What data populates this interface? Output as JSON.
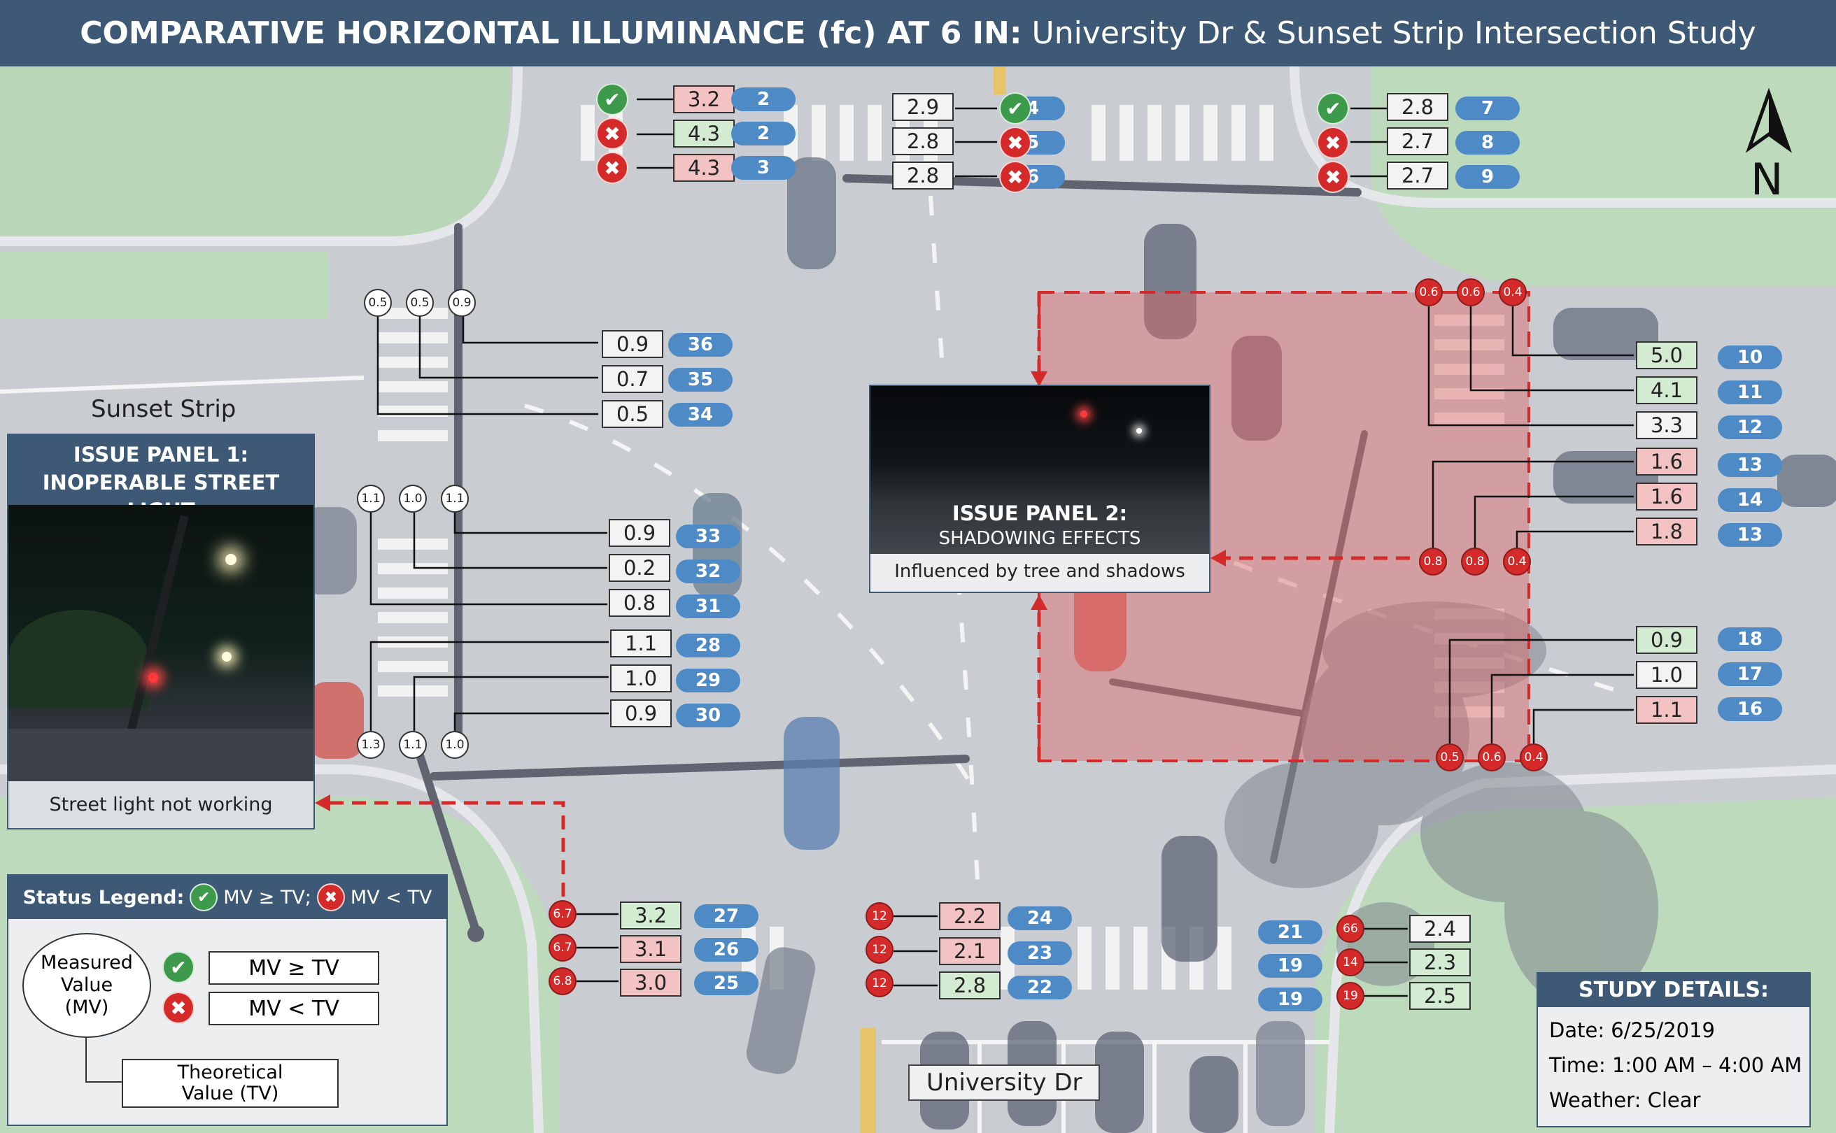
{
  "title": {
    "bold": "COMPARATIVE HORIZONTAL ILLUMINANCE (fc) AT 6 IN:",
    "rest": "University Dr & Sunset Strip Intersection Study"
  },
  "streets": {
    "sunset": "Sunset Strip",
    "university": "University Dr"
  },
  "compass": "N",
  "issue1": {
    "title1": "ISSUE PANEL 1:",
    "title2": "INOPERABLE STREET LIGHT",
    "caption": "Street light not working"
  },
  "issue2": {
    "title1": "ISSUE PANEL 2:",
    "title2": "SHADOWING EFFECTS",
    "caption": "Influenced by tree and shadows"
  },
  "legend": {
    "title_a": "Status Legend:",
    "title_b": "MV ≥ TV;",
    "title_c": "MV < TV",
    "mv": "Measured Value (MV)",
    "ge": "MV ≥ TV",
    "lt": "MV < TV",
    "tv": "Theoretical Value (TV)"
  },
  "study": {
    "title": "STUDY DETAILS:",
    "date": "Date: 6/25/2019",
    "time": "Time: 1:00 AM – 4:00 AM",
    "weather": "Weather: Clear"
  },
  "colors": {
    "header": "#3d5975",
    "pill": "#4e8ac6",
    "pass": "#3c9a4a",
    "fail": "#d42a2a",
    "pass_fill": "#d3ebd1",
    "fail_fill": "#f3c2c2",
    "issue_zone": "#e06767"
  },
  "measurements": [
    {
      "id": "2",
      "mv": "3.2",
      "fill": "pink",
      "status": "pass"
    },
    {
      "id": "2",
      "mv": "4.3",
      "fill": "green",
      "status": "fail"
    },
    {
      "id": "3",
      "mv": "4.3",
      "fill": "pink",
      "status": "fail"
    },
    {
      "id": "4",
      "mv": "2.9",
      "fill": "white",
      "status": "pass"
    },
    {
      "id": "5",
      "mv": "2.8",
      "fill": "white",
      "status": "fail"
    },
    {
      "id": "6",
      "mv": "2.8",
      "fill": "white",
      "status": "fail"
    },
    {
      "id": "7",
      "mv": "2.8",
      "fill": "white",
      "status": "pass"
    },
    {
      "id": "8",
      "mv": "2.7",
      "fill": "white",
      "status": "fail"
    },
    {
      "id": "9",
      "mv": "2.7",
      "fill": "white",
      "status": "fail"
    },
    {
      "id": "36",
      "mv": "0.9",
      "fill": "white"
    },
    {
      "id": "35",
      "mv": "0.7",
      "fill": "white"
    },
    {
      "id": "34",
      "mv": "0.5",
      "fill": "white"
    },
    {
      "id": "33",
      "mv": "0.9",
      "fill": "white"
    },
    {
      "id": "32",
      "mv": "0.2",
      "fill": "white"
    },
    {
      "id": "31",
      "mv": "0.8",
      "fill": "white"
    },
    {
      "id": "28",
      "mv": "1.1",
      "fill": "white"
    },
    {
      "id": "29",
      "mv": "1.0",
      "fill": "white"
    },
    {
      "id": "30",
      "mv": "0.9",
      "fill": "white"
    },
    {
      "id": "10",
      "mv": "5.0",
      "fill": "green"
    },
    {
      "id": "11",
      "mv": "4.1",
      "fill": "green"
    },
    {
      "id": "12",
      "mv": "3.3",
      "fill": "white"
    },
    {
      "id": "13",
      "mv": "1.6",
      "fill": "pink"
    },
    {
      "id": "14",
      "mv": "1.6",
      "fill": "pink"
    },
    {
      "id": "13",
      "mv": "1.8",
      "fill": "pink"
    },
    {
      "id": "18",
      "mv": "0.9",
      "fill": "green"
    },
    {
      "id": "17",
      "mv": "1.0",
      "fill": "white"
    },
    {
      "id": "16",
      "mv": "1.1",
      "fill": "pink"
    },
    {
      "id": "27",
      "mv": "3.2",
      "fill": "green"
    },
    {
      "id": "26",
      "mv": "3.1",
      "fill": "pink"
    },
    {
      "id": "25",
      "mv": "3.0",
      "fill": "pink"
    },
    {
      "id": "24",
      "mv": "2.2",
      "fill": "pink"
    },
    {
      "id": "23",
      "mv": "2.1",
      "fill": "pink"
    },
    {
      "id": "22",
      "mv": "2.8",
      "fill": "green"
    },
    {
      "id": "21",
      "mv": "2.4",
      "fill": "white"
    },
    {
      "id": "19",
      "mv": "2.3",
      "fill": "green"
    },
    {
      "id": "19",
      "mv": "2.5",
      "fill": "green"
    }
  ],
  "tv_groups": {
    "nw_top": [
      "0.5",
      "0.5",
      "0.9"
    ],
    "w_mid": [
      "1.1",
      "1.0",
      "1.1"
    ],
    "w_bot": [
      "1.3",
      "1.1",
      "1.0"
    ],
    "e_top": [
      "0.6",
      "0.6",
      "0.4"
    ],
    "e_mid": [
      "0.8",
      "0.8",
      "0.4"
    ],
    "e_bot": [
      "0.5",
      "0.6",
      "0.4"
    ],
    "s_left": [
      "6.7",
      "6.7",
      "6.8"
    ],
    "s_mid": [
      "12",
      "12",
      "12"
    ],
    "s_right": [
      "66",
      "14",
      "19"
    ]
  }
}
